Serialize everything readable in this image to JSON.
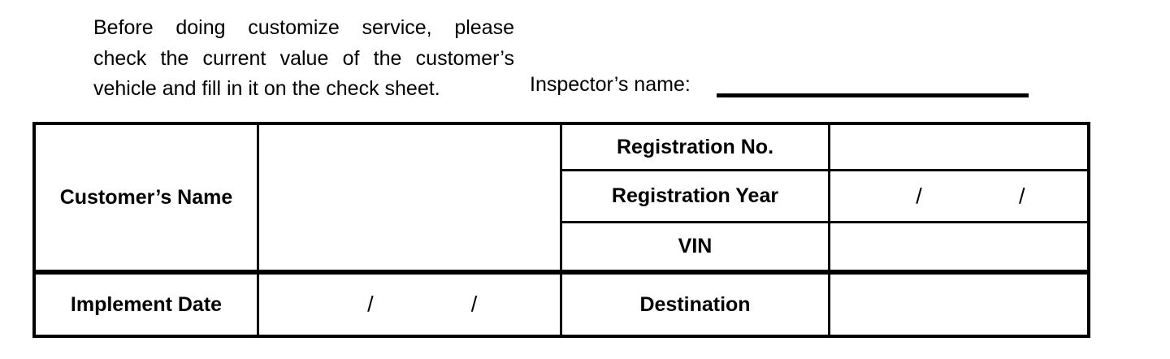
{
  "intro": {
    "lines": [
      "Before doing customize service, please",
      "check the current value of the customer’s",
      "vehicle and fill in it on the check sheet."
    ]
  },
  "inspector": {
    "label": "Inspector’s name:",
    "value": ""
  },
  "table": {
    "date_separator": "/",
    "rows": {
      "customer_name": {
        "label": "Customer’s Name",
        "value": ""
      },
      "implement_date": {
        "label": "Implement Date",
        "value": ""
      },
      "registration_no": {
        "label": "Registration No.",
        "value": ""
      },
      "registration_year": {
        "label": "Registration Year",
        "value": ""
      },
      "vin": {
        "label": "VIN",
        "value": ""
      },
      "destination": {
        "label": "Destination",
        "value": ""
      }
    }
  },
  "colors": {
    "ink": "#000000",
    "background": "#ffffff"
  }
}
